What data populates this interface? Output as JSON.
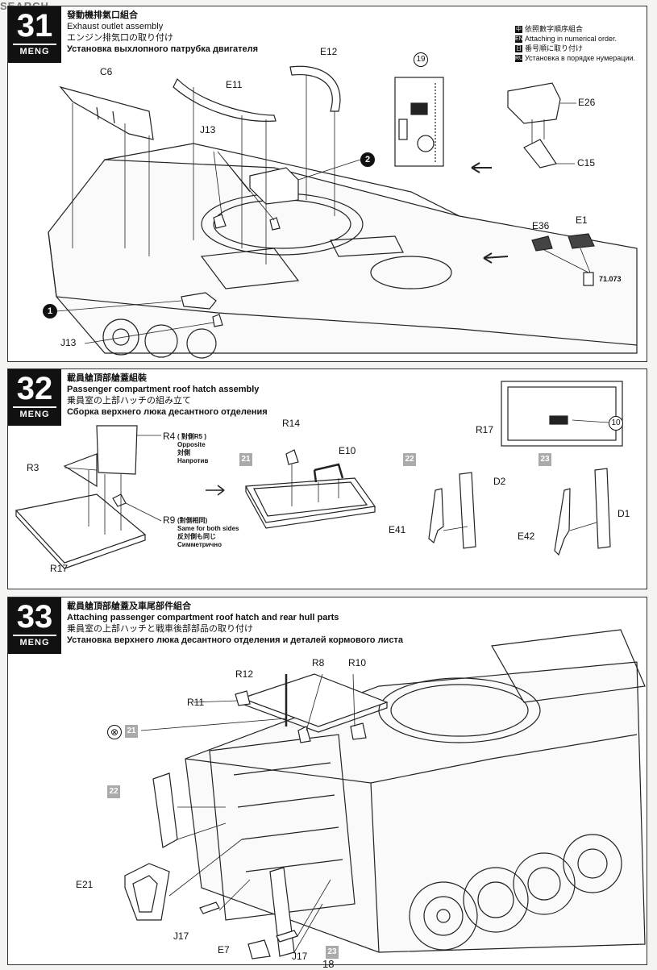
{
  "watermark": {
    "brand": "",
    "site": "SEARCH"
  },
  "step31": {
    "number": "31",
    "brand": "MENG",
    "title_zh": "發動機排氣口組合",
    "title_en": "Exhaust outlet assembly",
    "title_ja": "エンジン排気口の取り付け",
    "title_ru": "Установка выхлопного патрубка двигателя",
    "note_zh": "依照數字順序組合",
    "note_en": "Attaching in numerical order.",
    "note_ja": "番号順に取り付け",
    "note_ru": "Установка в порядке нумерации.",
    "parts": {
      "c6": "C6",
      "e11": "E11",
      "e12": "E12",
      "j13a": "J13",
      "j13b": "J13",
      "e26": "E26",
      "c15": "C15",
      "e36": "E36",
      "e1": "E1",
      "paint": "71.073"
    },
    "callout_1": "1",
    "callout_2": "2",
    "ref_19": "19"
  },
  "step32": {
    "number": "32",
    "brand": "MENG",
    "title_zh": "載員艙頂部艙蓋組裝",
    "title_en": "Passenger compartment roof hatch assembly",
    "title_ja": "乗員室の上部ハッチの組み立て",
    "title_ru": "Сборка верхнего люка десантного отделения",
    "parts": {
      "r4": "R4",
      "r4_note_zh": "( 對側R5 )",
      "r4_note_en": "Opposite",
      "r4_note_ja": "対側",
      "r4_note_ru": "Напротив",
      "r3": "R3",
      "r9": "R9",
      "r9_note_zh": "(對側相同)",
      "r9_note_en": "Same for both sides",
      "r9_note_ja": "反対側も同じ",
      "r9_note_ru": "Симметрично",
      "r17a": "R17",
      "r14": "R14",
      "e10": "E10",
      "r17b": "R17",
      "d2": "D2",
      "e41": "E41",
      "d1": "D1",
      "e42": "E42"
    },
    "sub_21": "21",
    "sub_22": "22",
    "sub_23": "23",
    "ref_10": "10"
  },
  "step33": {
    "number": "33",
    "brand": "MENG",
    "title_zh": "載員艙頂部艙蓋及車尾部件組合",
    "title_en": "Attaching passenger compartment roof hatch and rear hull parts",
    "title_ja": "乗員室の上部ハッチと戦車後部部品の取り付け",
    "title_ru": "Установка верхнего люка десантного отделения и деталей кормового листа",
    "parts": {
      "r12": "R12",
      "r8": "R8",
      "r10": "R10",
      "r11": "R11",
      "e21": "E21",
      "j17a": "J17",
      "e7": "E7",
      "j17b": "J17"
    },
    "sub_21": "21",
    "sub_22": "22",
    "sub_23": "23"
  },
  "page_number": "18"
}
